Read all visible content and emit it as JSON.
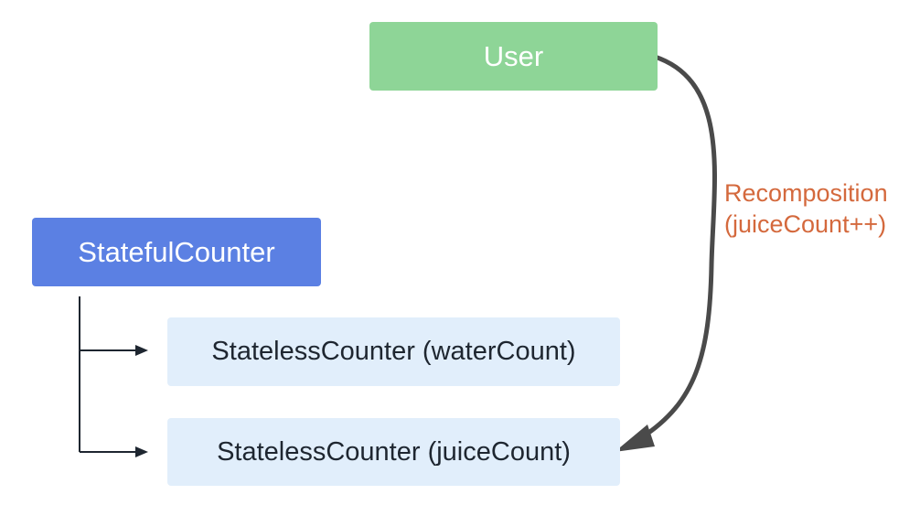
{
  "nodes": {
    "user": {
      "label": "User"
    },
    "stateful_counter": {
      "label": "StatefulCounter"
    },
    "stateless_water": {
      "label": "StatelessCounter (waterCount)"
    },
    "stateless_juice": {
      "label": "StatelessCounter (juiceCount)"
    }
  },
  "edges": {
    "recomposition": {
      "line1": "Recomposition",
      "line2": "(juiceCount++)"
    }
  },
  "colors": {
    "user_fill": "#8ed597",
    "stateful_fill": "#5b80e3",
    "stateless_fill": "#e1eefb",
    "recomposition_text": "#d4693d",
    "connector": "#1e2630",
    "curve": "#4a4a4a"
  }
}
